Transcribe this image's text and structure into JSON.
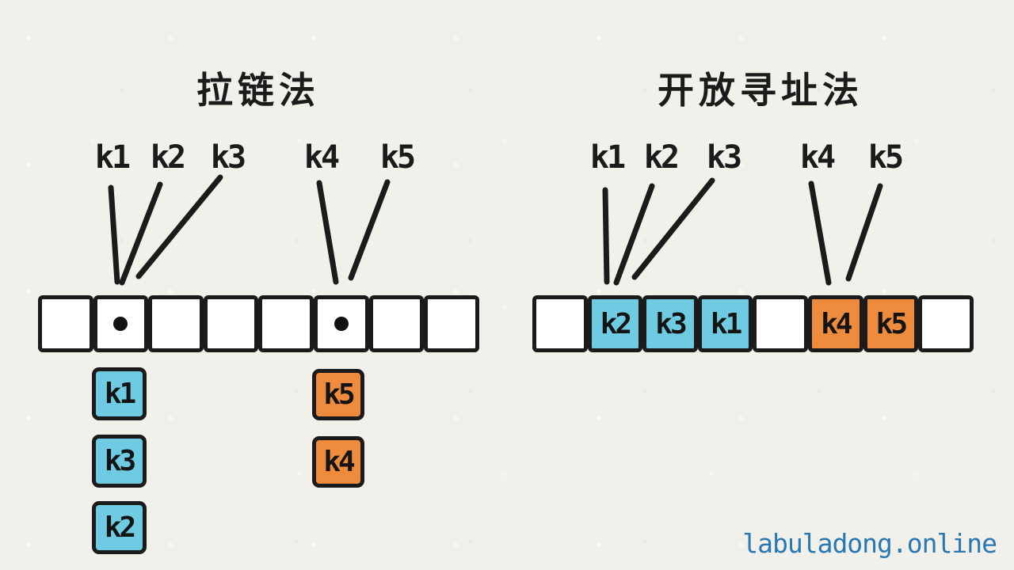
{
  "left": {
    "title": "拉链法",
    "keys": [
      "k1",
      "k2",
      "k3",
      "k4",
      "k5"
    ],
    "cells": [
      {
        "label": "",
        "dot": false
      },
      {
        "label": "",
        "dot": true
      },
      {
        "label": "",
        "dot": false
      },
      {
        "label": "",
        "dot": false
      },
      {
        "label": "",
        "dot": false
      },
      {
        "label": "",
        "dot": true
      },
      {
        "label": "",
        "dot": false
      },
      {
        "label": "",
        "dot": false
      }
    ],
    "chain_a": [
      "k1",
      "k3",
      "k2"
    ],
    "chain_b": [
      "k5",
      "k4"
    ]
  },
  "right": {
    "title": "开放寻址法",
    "keys": [
      "k1",
      "k2",
      "k3",
      "k4",
      "k5"
    ],
    "cells": [
      {
        "label": ""
      },
      {
        "label": "k2"
      },
      {
        "label": "k3"
      },
      {
        "label": "k1"
      },
      {
        "label": ""
      },
      {
        "label": "k4"
      },
      {
        "label": "k5"
      },
      {
        "label": ""
      }
    ]
  },
  "watermark": "labuladong.online",
  "colors": {
    "background": "#f2f0eb",
    "ink": "#1b1b1b",
    "bucket_blue": "#6ecbe2",
    "bucket_orange": "#ee8b3d",
    "watermark_blue": "#2878b4"
  }
}
